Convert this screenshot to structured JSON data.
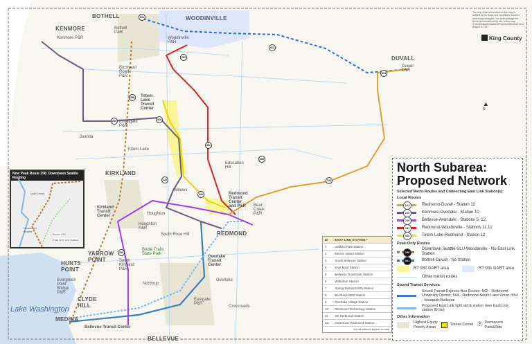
{
  "title": "North Subarea:",
  "title2": "Proposed Network",
  "subtitle": "Selected Metro Routes and Connecting East Link Station(s):",
  "notice": "The use of the information in this map is subject to the terms and conditions found at www.kingcounty.gov. You acknowledge the terms and conditions by use of this map.",
  "notice_file": "G:\\Users\\NorthSubarea\\Proposed\\Network.mxd August 8, 2017",
  "brand": "King County",
  "legend": {
    "local_heading": "Local Routes",
    "local": [
      {
        "num": "224",
        "label": "Redmond-Duvall - Station 12",
        "color": "#e0a030"
      },
      {
        "num": "225",
        "label": "Kenmore-Overlake - Station 10",
        "color": "#6b5a7a"
      },
      {
        "num": "250",
        "label": "Bellevue-Avondale - Stations 5, 12",
        "color": "#a23cf0"
      },
      {
        "num": "251",
        "label": "Redmond-Woodinville - Stations 11,12",
        "color": "#d8232a"
      },
      {
        "num": "930",
        "label": "Totem Lake-Redmond - Station 12",
        "color": "#f0e010"
      }
    ],
    "peak_heading": "Peak-Only Routes",
    "peak": [
      {
        "num": "256",
        "label": "Downtown Seattle-SLU-Woodinville - No East Link Station",
        "color": "#b07a30"
      },
      {
        "num": "931",
        "label": "Bothell-Duvall - No Station",
        "color": "#2a6ae0"
      }
    ],
    "dart": [
      {
        "label": "RT 930 DART area",
        "color": "#fbf59a"
      },
      {
        "label": "RT 931 DART area",
        "color": "#dde6fb"
      }
    ],
    "other_routes": "Other transit routes",
    "st_heading": "Sound Transit Services",
    "st_express": "Sound Transit Express Bus Routes: 542 - Redmond-University District;  544 - Redmond-South Lake Union; 554 - Issaquah-Bellevue",
    "st_link": "Proposed East Link light rail & station (see East Link station ID list)",
    "other_heading": "Other Information",
    "equity": "Highest Equity Priority Areas",
    "transit_center": "Transit Center",
    "park_ride": "Permanent Park&Ride"
  },
  "stations": {
    "header_id": "ID",
    "header_name": "EAST LINK STATION *",
    "rows": [
      [
        "1",
        "Judkins Park Station"
      ],
      [
        "2",
        "Mercer Island Station"
      ],
      [
        "3",
        "South Bellevue Station"
      ],
      [
        "4",
        "East Main Station"
      ],
      [
        "5",
        "Bellevue Downtown Station"
      ],
      [
        "6",
        "Wilburton Station"
      ],
      [
        "7",
        "Spring District/120th Station"
      ],
      [
        "8",
        "Bel-Red/130th Station"
      ],
      [
        "9",
        "Overlake Village Station"
      ],
      [
        "10",
        "Redmond Technology Station"
      ],
      [
        "11",
        "SE Redmond Station"
      ],
      [
        "12",
        "Downtown Redmond Station"
      ]
    ],
    "note": "*not all stations appear on map"
  },
  "inset": {
    "title": "New Peak Route 256: Downtown Seattle Routing",
    "legend_route": "Route 256",
    "legend_link": "East Link and station",
    "lake": "Lake Union",
    "downtown": "Downtown Seattle"
  },
  "cities": [
    "BOTHELL",
    "WOODINVILLE",
    "KENMORE",
    "DUVALL",
    "KIRKLAND",
    "REDMOND",
    "YARROW POINT",
    "HUNTS POINT",
    "CLYDE HILL",
    "MEDINA",
    "BELLEVUE"
  ],
  "places": [
    "Juanita",
    "Totem Lake",
    "Willows",
    "Education Hill",
    "Houghton",
    "South Rose Hill",
    "Overlake",
    "Northrup",
    "Crossroads",
    "Bridle Trails State Park",
    "Kenmore P&R",
    "Bothell P&R",
    "Woodinville P&R",
    "Duvall P&R",
    "Brickyard Road P&R",
    "Totem Lake Transit Center",
    "Kingsgate P&R",
    "Kirkland Transit Center",
    "Houghton P&R",
    "South Kirkland P&R",
    "Overlake Transit Center",
    "Redmond Transit Center and P&R",
    "Bear Creek P&R",
    "Bellevue Transit Center",
    "Evergreen Point Bridge P&R",
    "Eastgate P&R"
  ],
  "lakes": [
    "Lake Washington"
  ]
}
